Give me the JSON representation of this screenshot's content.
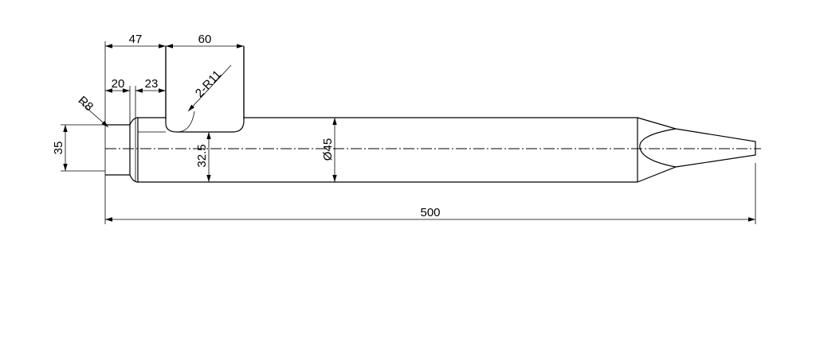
{
  "drawing": {
    "dimensions": {
      "overall_length": "500",
      "dim_47": "47",
      "dim_60": "60",
      "dim_20": "20",
      "dim_23": "23",
      "radius_slot": "2-R11",
      "radius_collar": "R8",
      "dim_35": "35",
      "dim_32_5": "32.5",
      "diameter": "Ø45"
    },
    "colors": {
      "line": "#000000",
      "background": "#ffffff"
    }
  }
}
